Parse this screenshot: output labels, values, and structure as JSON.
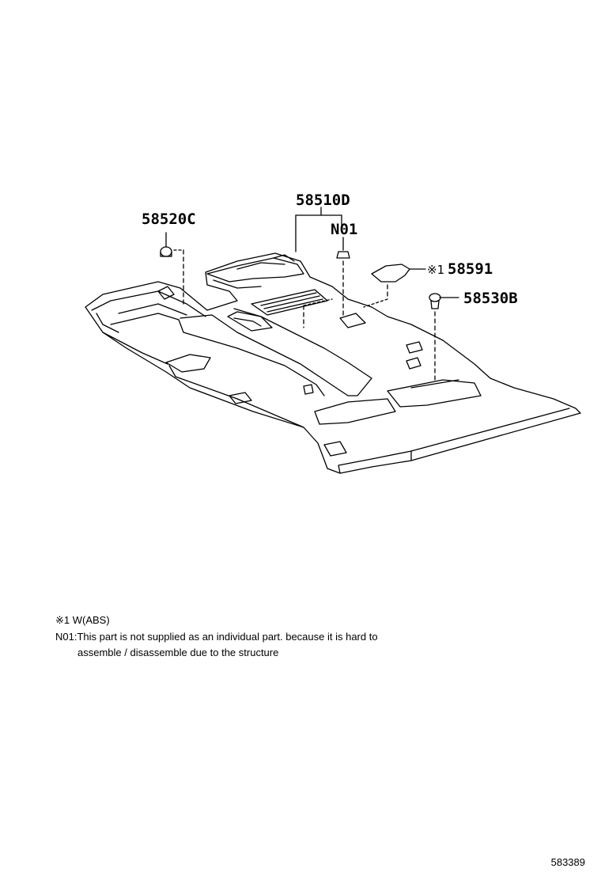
{
  "callouts": {
    "floor_carpet": "58510D",
    "note_ref": "N01",
    "plug_left": "58520C",
    "reference_mark": "※1",
    "cover": "58591",
    "clip_right": "58530B"
  },
  "notes": {
    "condition": "※1 W(ABS)",
    "n01_line1": "N01:This part is not supplied as an individual part. because it is hard to",
    "n01_line2": "assemble / disassemble due to the structure"
  },
  "diagram_id": "583389"
}
